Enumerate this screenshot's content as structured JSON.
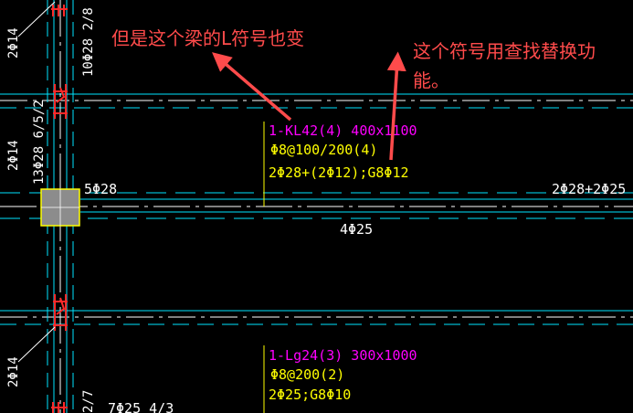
{
  "colors": {
    "background": "#000000",
    "axis_line": "#00e5ff",
    "beam_line": "#ffffff",
    "rebar_red": "#ff2a2a",
    "beam_label": "#ff00ff",
    "rebar_text": "#ffff00",
    "dim_text": "#ffffff",
    "column_fill": "#8c8c8c",
    "annotation": "#ff4b4b"
  },
  "column_texts": {
    "top_left": "2Φ14",
    "top_right": "10Φ28 2/8",
    "mid_left": "2Φ14",
    "mid_right": "13Φ28 6/5/2",
    "bottom_left": "2Φ14",
    "bottom_right": "2/7"
  },
  "beam1": {
    "name": "1-KL42(4) 400x1100",
    "stirrup": "Φ8@100/200(4)",
    "longitudinal": "2Φ28+(2Φ12);G8Φ12",
    "left_top": "5Φ28",
    "bottom": "4Φ25",
    "right_top": "2Φ28+2Φ25"
  },
  "beam2": {
    "name": "1-Lg24(3) 300x1000",
    "stirrup": "Φ8@200(2)",
    "longitudinal": "2Φ25;G8Φ10",
    "bottom_left": "7Φ25 4/3"
  },
  "annotations": {
    "left": "但是这个梁的L符号也变",
    "right_line1": "这个符号用查找替换功",
    "right_line2": "能。"
  }
}
